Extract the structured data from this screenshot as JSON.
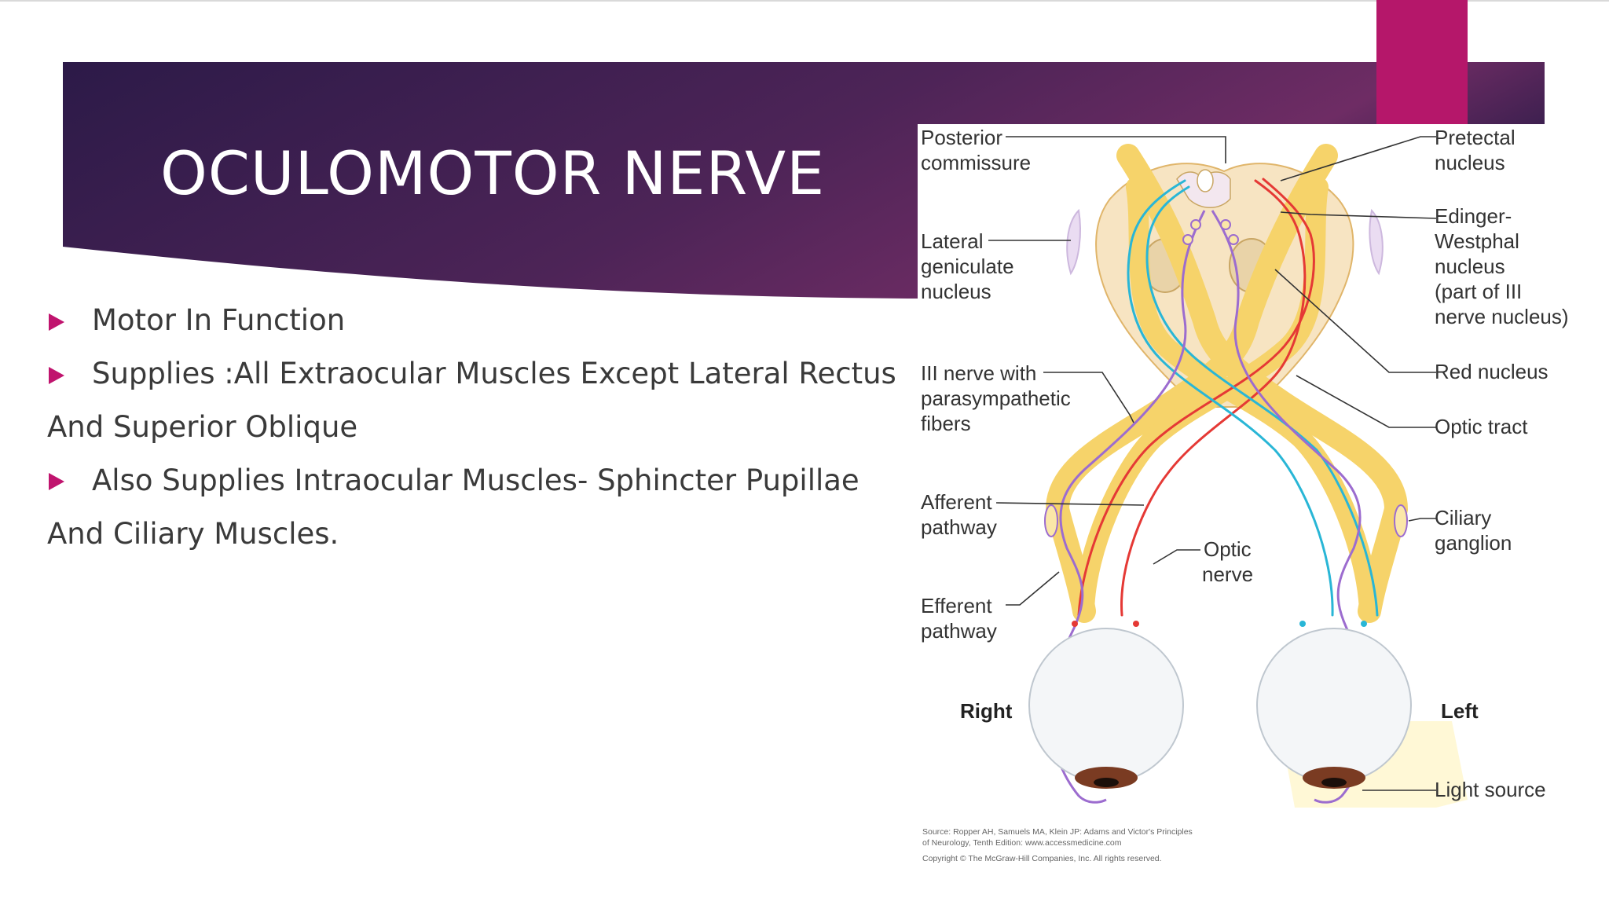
{
  "slide": {
    "title": "OCULOMOTOR NERVE",
    "colors": {
      "banner_start": "#2c1a48",
      "banner_end": "#6a2a60",
      "accent": "#b5176a",
      "bullet": "#c0146e"
    }
  },
  "bullets": [
    {
      "text": "Motor In Function"
    },
    {
      "text": "Supplies :All Extraocular Muscles Except Lateral Rectus"
    },
    {
      "text": "And Superior Oblique"
    },
    {
      "text": "Also Supplies Intraocular Muscles- Sphincter Pupillae"
    },
    {
      "text": "And Ciliary Muscles."
    }
  ],
  "diagram": {
    "labels": {
      "posterior_commissure": [
        "Posterior",
        "commissure"
      ],
      "lateral_geniculate": [
        "Lateral",
        "geniculate",
        "nucleus"
      ],
      "iii_nerve": [
        "III nerve with",
        "parasympathetic",
        "fibers"
      ],
      "afferent": [
        "Afferent",
        "pathway"
      ],
      "efferent": [
        "Efferent",
        "pathway"
      ],
      "optic_nerve": [
        "Optic",
        "nerve"
      ],
      "pretectal": [
        "Pretectal",
        "nucleus"
      ],
      "edinger": [
        "Edinger-",
        "Westphal",
        "nucleus",
        "(part of III",
        "nerve nucleus)"
      ],
      "red_nucleus": "Red nucleus",
      "optic_tract": "Optic tract",
      "ciliary": [
        "Ciliary",
        "ganglion"
      ],
      "light_source": "Light source",
      "right": "Right",
      "left": "Left"
    },
    "source": [
      "Source: Ropper AH, Samuels MA, Klein JP: Adams and Victor's Principles",
      "of Neurology, Tenth Edition: www.accessmedicine.com",
      "Copyright © The McGraw-Hill Companies, Inc. All rights reserved."
    ]
  }
}
